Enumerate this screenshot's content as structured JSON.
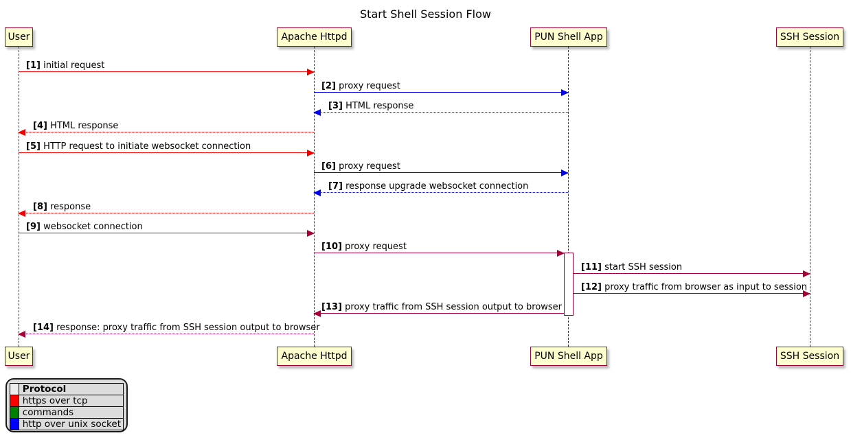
{
  "title": "Start Shell Session Flow",
  "participants": [
    {
      "name": "User"
    },
    {
      "name": "Apache Httpd"
    },
    {
      "name": "PUN Shell App"
    },
    {
      "name": "SSH Session"
    }
  ],
  "messages": [
    {
      "num": "[1]",
      "text": "initial request",
      "from": "User",
      "to": "Apache Httpd",
      "color": "red",
      "line": "solid"
    },
    {
      "num": "[2]",
      "text": "proxy request",
      "from": "Apache Httpd",
      "to": "PUN Shell App",
      "color": "blue",
      "line": "solid"
    },
    {
      "num": "[3]",
      "text": "HTML response",
      "from": "PUN Shell App",
      "to": "Apache Httpd",
      "color": "blue",
      "line": "dotted"
    },
    {
      "num": "[4]",
      "text": "HTML response",
      "from": "Apache Httpd",
      "to": "User",
      "color": "red",
      "line": "dotted"
    },
    {
      "num": "[5]",
      "text": "HTTP request to initiate websocket connection",
      "from": "User",
      "to": "Apache Httpd",
      "color": "red",
      "line": "solid"
    },
    {
      "num": "[6]",
      "text": "proxy request",
      "from": "Apache Httpd",
      "to": "PUN Shell App",
      "color": "blue",
      "line": "solid"
    },
    {
      "num": "[7]",
      "text": "response upgrade websocket connection",
      "from": "PUN Shell App",
      "to": "Apache Httpd",
      "color": "blue",
      "line": "dotted"
    },
    {
      "num": "[8]",
      "text": "response",
      "from": "Apache Httpd",
      "to": "User",
      "color": "red",
      "line": "dotted"
    },
    {
      "num": "[9]",
      "text": "websocket connection",
      "from": "User",
      "to": "Apache Httpd",
      "color": "maroon",
      "line": "solid"
    },
    {
      "num": "[10]",
      "text": "proxy request",
      "from": "Apache Httpd",
      "to": "PUN Shell App",
      "color": "maroon",
      "line": "solid"
    },
    {
      "num": "[11]",
      "text": "start SSH session",
      "from": "PUN Shell App",
      "to": "SSH Session",
      "color": "maroon",
      "line": "solid"
    },
    {
      "num": "[12]",
      "text": "proxy traffic from browser as input to session",
      "from": "PUN Shell App",
      "to": "SSH Session",
      "color": "maroon",
      "line": "solid"
    },
    {
      "num": "[13]",
      "text": "proxy traffic from SSH session output to browser",
      "from": "PUN Shell App",
      "to": "Apache Httpd",
      "color": "maroon",
      "line": "solid"
    },
    {
      "num": "[14]",
      "text": "response: proxy traffic from SSH session output to browser",
      "from": "Apache Httpd",
      "to": "User",
      "color": "maroon",
      "line": "dotted"
    }
  ],
  "legend": {
    "header": "Protocol",
    "entries": [
      {
        "color_key": "legend_red",
        "label": "https over tcp"
      },
      {
        "color_key": "legend_green",
        "label": "commands"
      },
      {
        "color_key": "legend_blue",
        "label": "http over unix socket"
      }
    ]
  },
  "colors": {
    "red": "#F20000",
    "blue": "#0000EE",
    "maroon": "#A80036",
    "legend_red": "#FF0000",
    "legend_green": "#008000",
    "legend_blue": "#0000FF",
    "participant_fill": "#FEFECE",
    "participant_border": "#A80036",
    "legend_background": "#DDDDDD"
  }
}
